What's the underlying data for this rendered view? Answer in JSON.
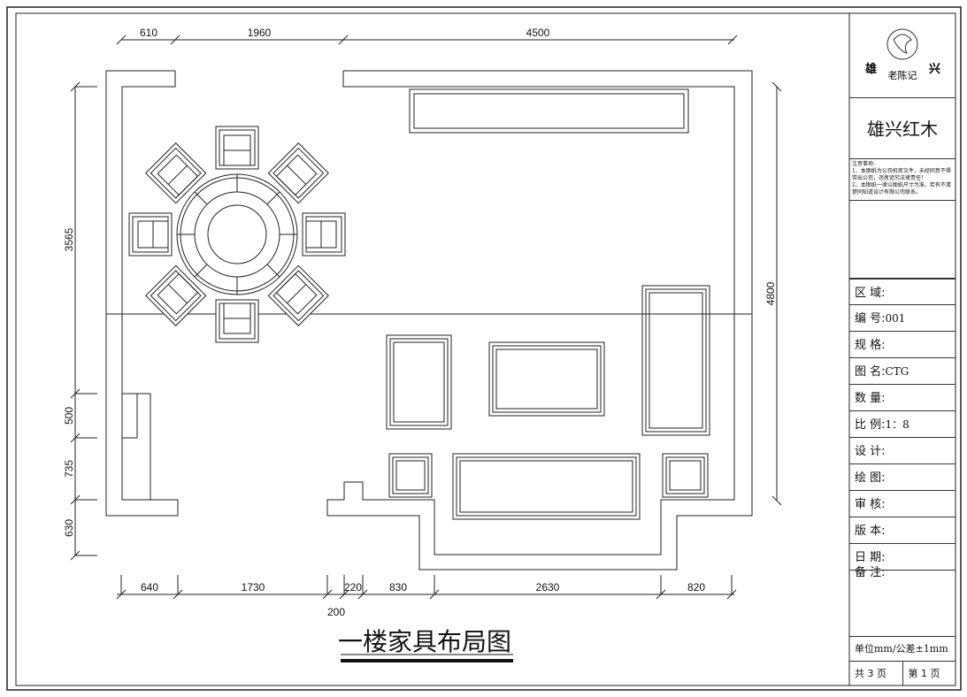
{
  "drawing": {
    "title": "一楼家具布局图",
    "dimensions": {
      "top": [
        "610",
        "1960",
        "4500"
      ],
      "left": [
        "3565",
        "500",
        "735",
        "630"
      ],
      "right": [
        "4800"
      ],
      "bottom": [
        "640",
        "1730",
        "220",
        "830",
        "2630",
        "820"
      ],
      "bottom_extra": "200"
    }
  },
  "title_block": {
    "logo_text": "老陈记",
    "logo_side_left": "雄",
    "logo_side_right": "兴",
    "company": "雄兴红木",
    "notes_title": "注意事项:",
    "notes_1": "1、本图纸为公司机密文件，未经同意不得带出公司，违者追究法律责任！",
    "notes_2": "2、本图纸一律以图纸尺寸为准，若有不清楚同知道设计有限公司联系。",
    "fields": [
      {
        "label": "区 域:",
        "value": ""
      },
      {
        "label": "编 号:",
        "value": "001"
      },
      {
        "label": "规 格:",
        "value": ""
      },
      {
        "label": "图 名:",
        "value": "CTG"
      },
      {
        "label": "数 量:",
        "value": ""
      },
      {
        "label": "比 例:",
        "value": "1：8"
      },
      {
        "label": "设 计:",
        "value": ""
      },
      {
        "label": "绘 图:",
        "value": ""
      },
      {
        "label": "审 核:",
        "value": ""
      },
      {
        "label": "版 本:",
        "value": ""
      },
      {
        "label": "日 期:",
        "value": ""
      }
    ],
    "remarks_label": "备 注:",
    "units": "单位mm/公差±1mm",
    "total_pages": "共 3 页",
    "current_page": "第 1 页"
  }
}
